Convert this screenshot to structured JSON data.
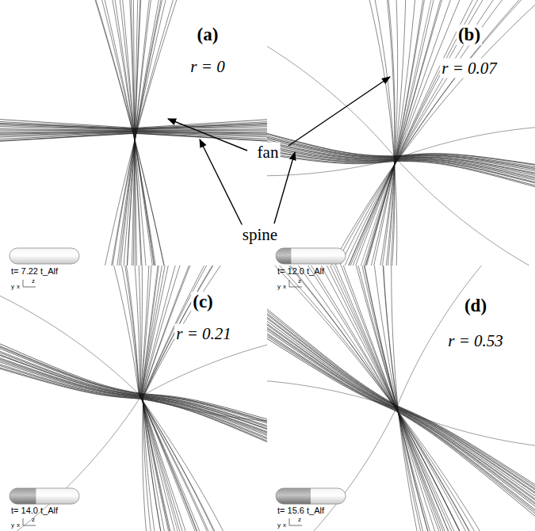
{
  "diagram": {
    "labels": [
      "(a)",
      "r = 0",
      "(b)",
      "r = 0.07",
      "fan",
      "spine",
      "t= 7.22 t_Alf",
      "y",
      "x",
      "z",
      "t= 12.0 t_Alf",
      "y",
      "x",
      "z",
      "(c)",
      "r = 0.21",
      "(d)",
      "r = 0.53",
      "t= 14.0 t_Alf",
      "y",
      "x",
      "z",
      "t= 15.6 t_Alf",
      "y",
      "x",
      "z"
    ]
  }
}
